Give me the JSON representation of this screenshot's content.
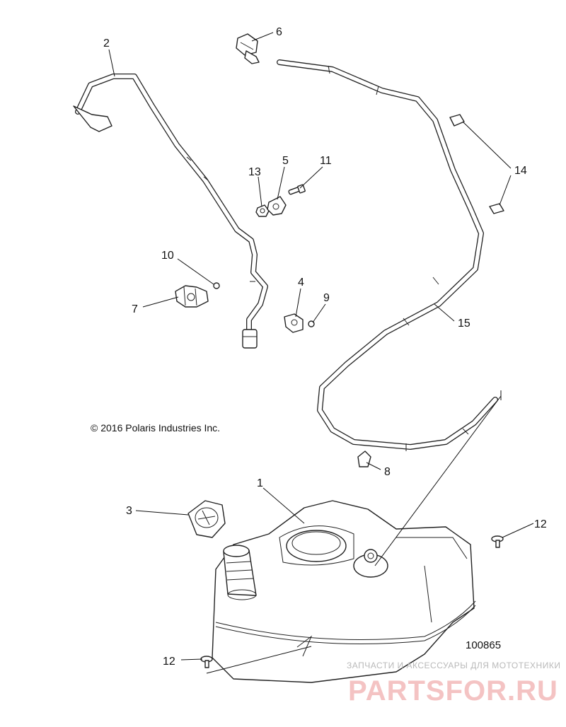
{
  "diagram": {
    "copyright": "© 2016 Polaris Industries Inc.",
    "figure_number": "100865",
    "callouts": [
      {
        "id": "callout-1",
        "label": "1"
      },
      {
        "id": "callout-2",
        "label": "2"
      },
      {
        "id": "callout-3",
        "label": "3"
      },
      {
        "id": "callout-4",
        "label": "4"
      },
      {
        "id": "callout-5",
        "label": "5"
      },
      {
        "id": "callout-6",
        "label": "6"
      },
      {
        "id": "callout-7",
        "label": "7"
      },
      {
        "id": "callout-8",
        "label": "8"
      },
      {
        "id": "callout-9",
        "label": "9"
      },
      {
        "id": "callout-10",
        "label": "10"
      },
      {
        "id": "callout-11",
        "label": "11"
      },
      {
        "id": "callout-12a",
        "label": "12"
      },
      {
        "id": "callout-12b",
        "label": "12"
      },
      {
        "id": "callout-13",
        "label": "13"
      },
      {
        "id": "callout-14",
        "label": "14"
      },
      {
        "id": "callout-15",
        "label": "15"
      }
    ]
  },
  "watermark": {
    "tagline": "ЗАПЧАСТИ И АКСЕССУАРЫ ДЛЯ МОТОТЕХНИКИ",
    "brand": "PARTSFOR.RU"
  },
  "colors": {
    "line": "#222222",
    "background": "#ffffff",
    "watermark_brand": "#f4c3c3",
    "watermark_tagline": "#b9b9b9"
  }
}
